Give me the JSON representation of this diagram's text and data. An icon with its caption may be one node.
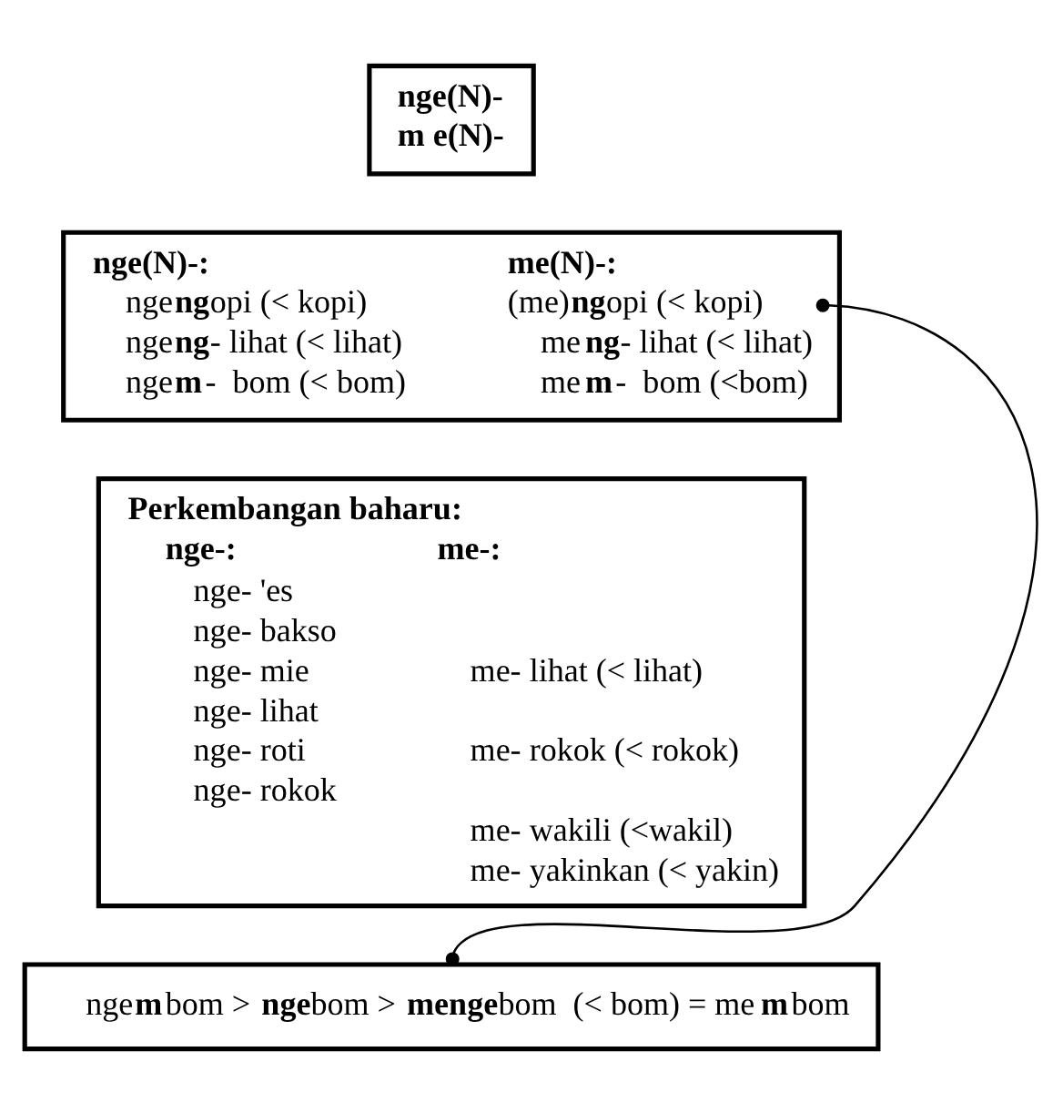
{
  "diagram": {
    "nodes": [
      {
        "text": [
          "nge(N)-",
          "m e(N)-"
        ]
      },
      {
        "text": [
          "nge(N)-:",
          "nge**ng**opi (< kopi)",
          "nge**ng**- lihat (< lihat)",
          "nge**m**-  bom (< bom)",
          "me(N)-:",
          "(me)**ng**opi (< kopi)",
          "me**ng**- lihat (< lihat)",
          "me**m**-  bom (<bom)"
        ]
      },
      {
        "text": [
          "Perkembangan baharu:",
          "nge-:",
          "nge- 'es",
          "nge- bakso",
          "nge- mie",
          "nge- lihat",
          "nge- roti",
          "nge- rokok",
          "me-:",
          "me- lihat (< lihat)",
          "me- rokok (< rokok)",
          "me- wakili (<wakil)",
          "me- yakinkan (< yakin)"
        ]
      },
      {
        "text": [
          "nge**m**bom > **nge**bom > **menge**bom  (< bom) = me**m**bom"
        ]
      }
    ],
    "edges": [
      {
        "from": 1,
        "to": 3,
        "arrow": "other"
      }
    ]
  }
}
